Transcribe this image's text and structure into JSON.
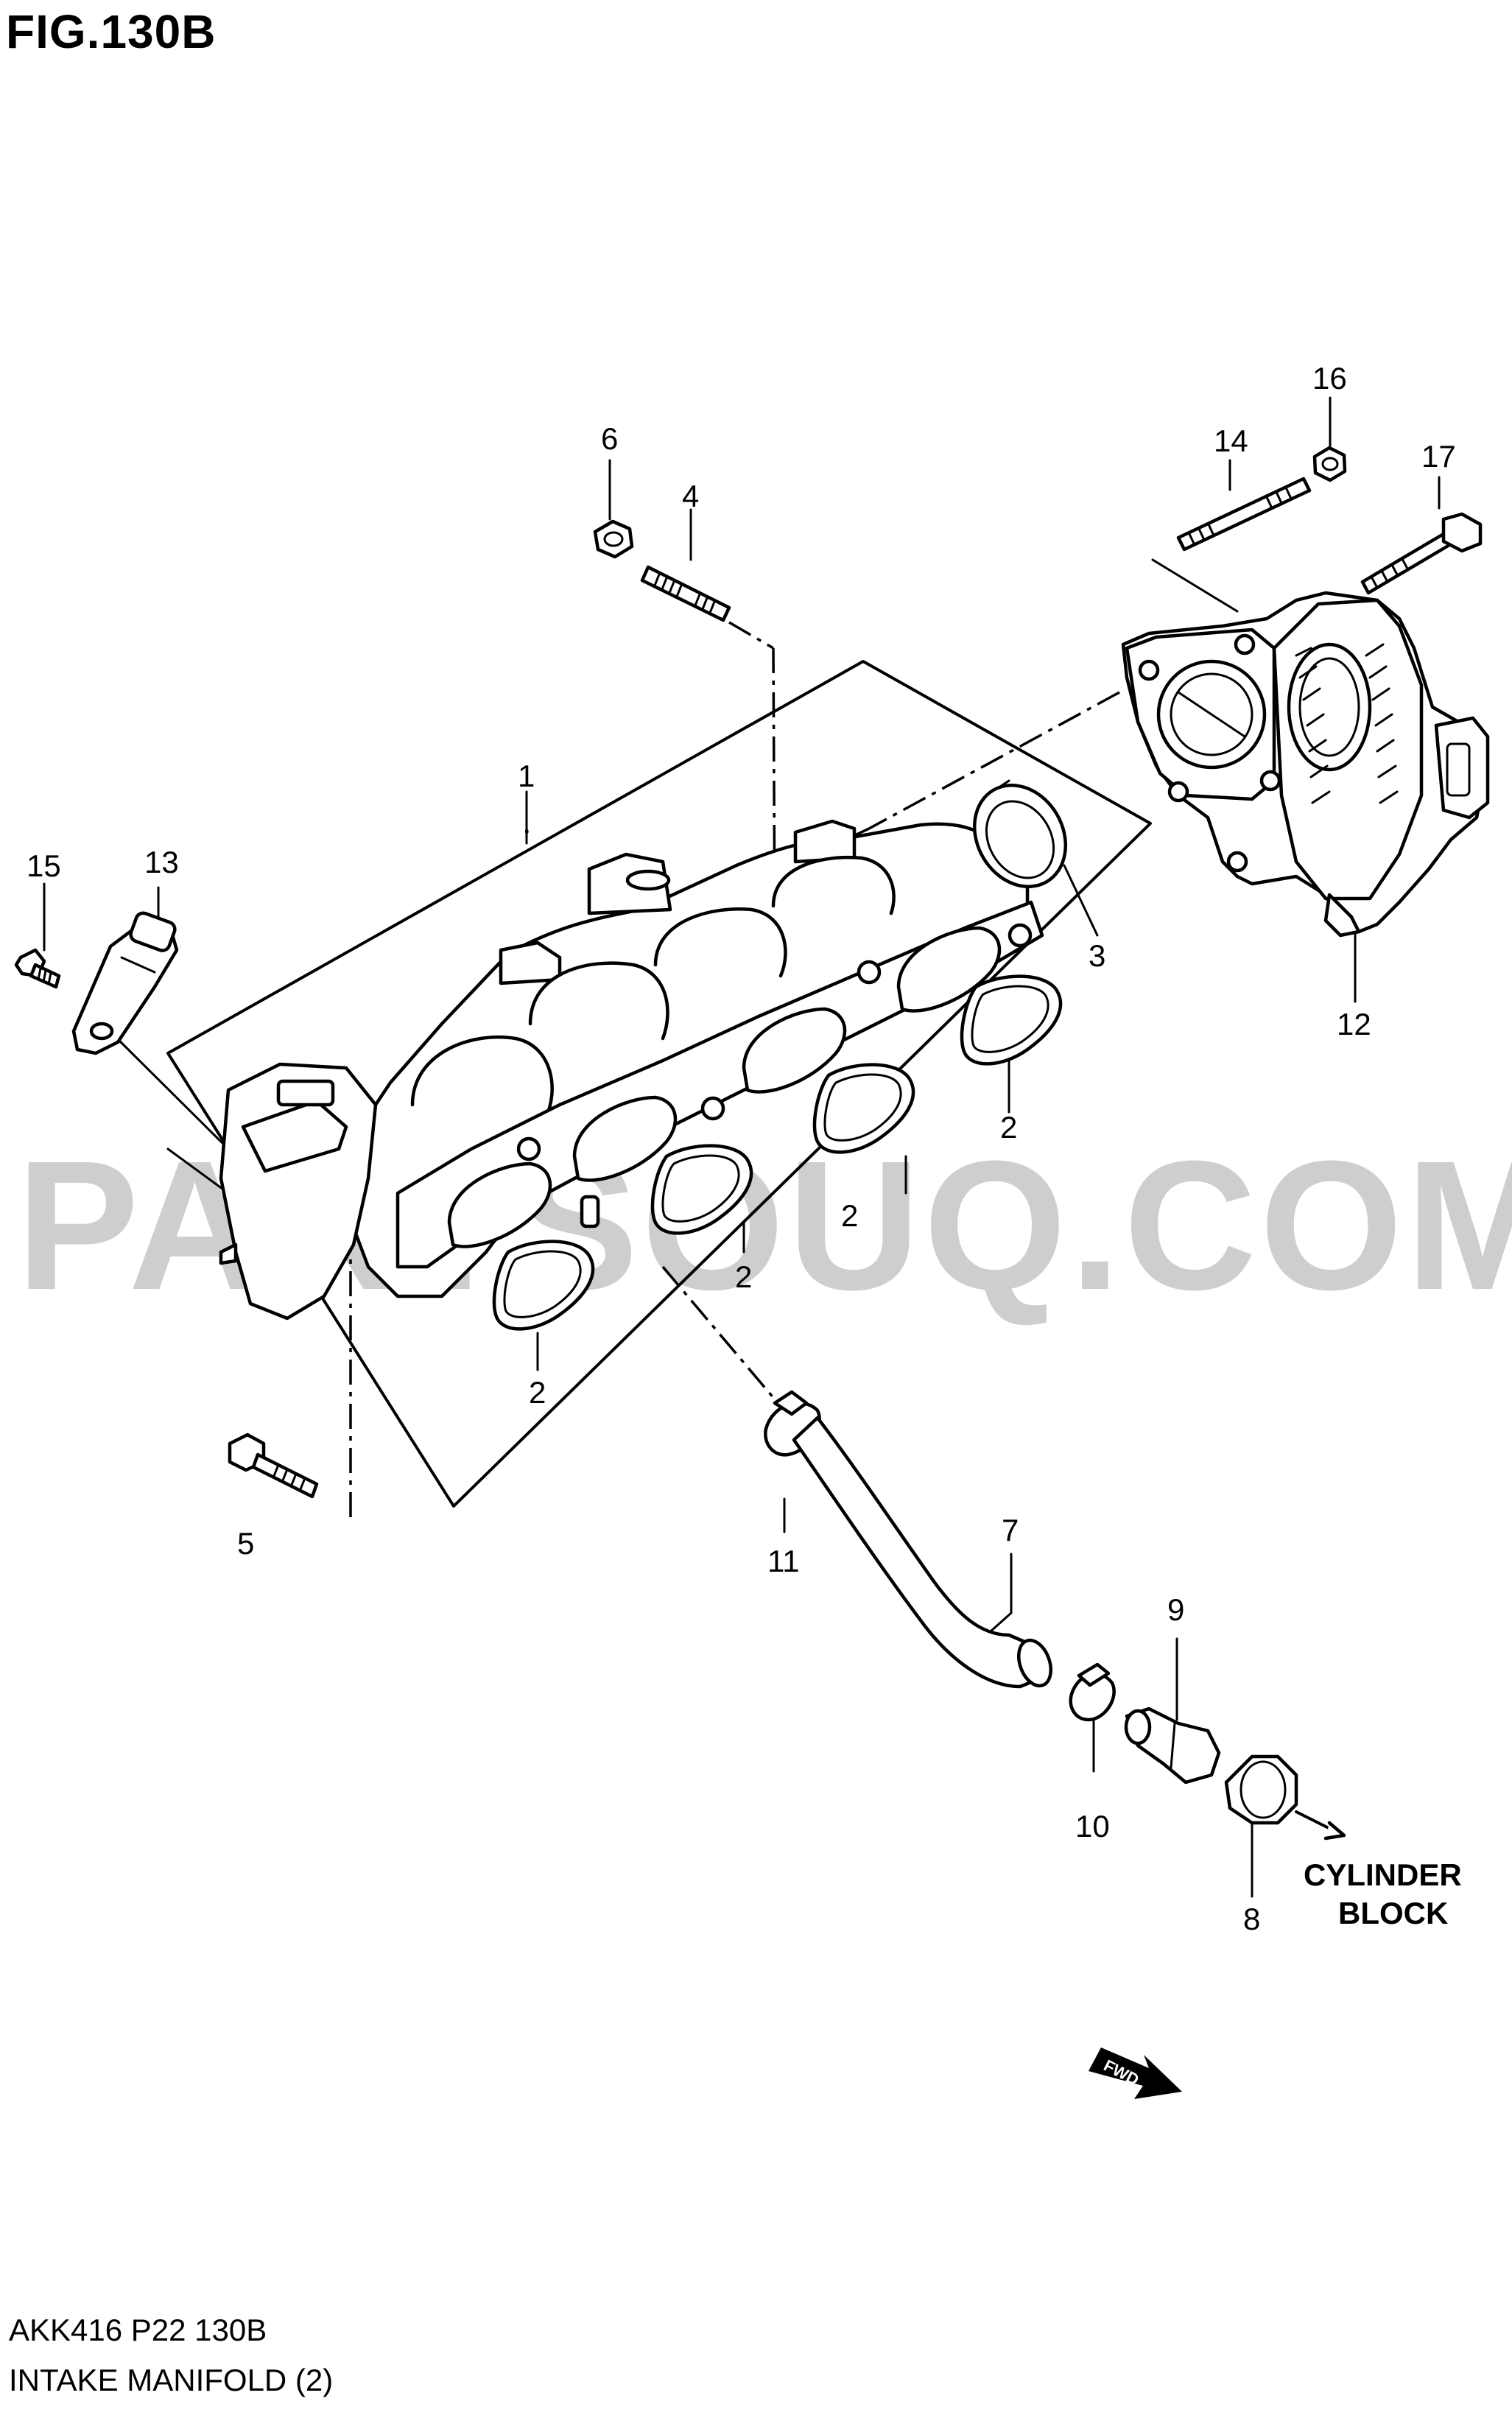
{
  "header": {
    "figure_title": "FIG.130B"
  },
  "footer": {
    "code": "AKK416 P22 130B",
    "name": "INTAKE MANIFOLD (2)"
  },
  "watermark": {
    "text": "PARTSOUQ.COM",
    "color": "#bdbdbd"
  },
  "callouts": {
    "c1": "1",
    "c2a": "2",
    "c2b": "2",
    "c2c": "2",
    "c2d": "2",
    "c3": "3",
    "c4": "4",
    "c5": "5",
    "c6": "6",
    "c7": "7",
    "c8": "8",
    "c9": "9",
    "c10": "10",
    "c11": "11",
    "c12": "12",
    "c13": "13",
    "c14": "14",
    "c15": "15",
    "c16": "16",
    "c17": "17"
  },
  "notes": {
    "cylinder_line1": "CYLINDER",
    "cylinder_line2": "BLOCK",
    "fwd": "FWD"
  },
  "parts": [
    {
      "ref": "1",
      "name": "intake-manifold"
    },
    {
      "ref": "2",
      "name": "intake-gasket"
    },
    {
      "ref": "3",
      "name": "throttle-body-gasket"
    },
    {
      "ref": "4",
      "name": "stud-bolt"
    },
    {
      "ref": "5",
      "name": "flange-bolt"
    },
    {
      "ref": "6",
      "name": "nut"
    },
    {
      "ref": "7",
      "name": "hose"
    },
    {
      "ref": "8",
      "name": "grommet"
    },
    {
      "ref": "9",
      "name": "union"
    },
    {
      "ref": "10",
      "name": "hose-clamp"
    },
    {
      "ref": "11",
      "name": "hose-clamp"
    },
    {
      "ref": "12",
      "name": "throttle-body"
    },
    {
      "ref": "13",
      "name": "sensor"
    },
    {
      "ref": "14",
      "name": "stud-bolt"
    },
    {
      "ref": "15",
      "name": "bolt"
    },
    {
      "ref": "16",
      "name": "nut"
    },
    {
      "ref": "17",
      "name": "bolt"
    }
  ]
}
